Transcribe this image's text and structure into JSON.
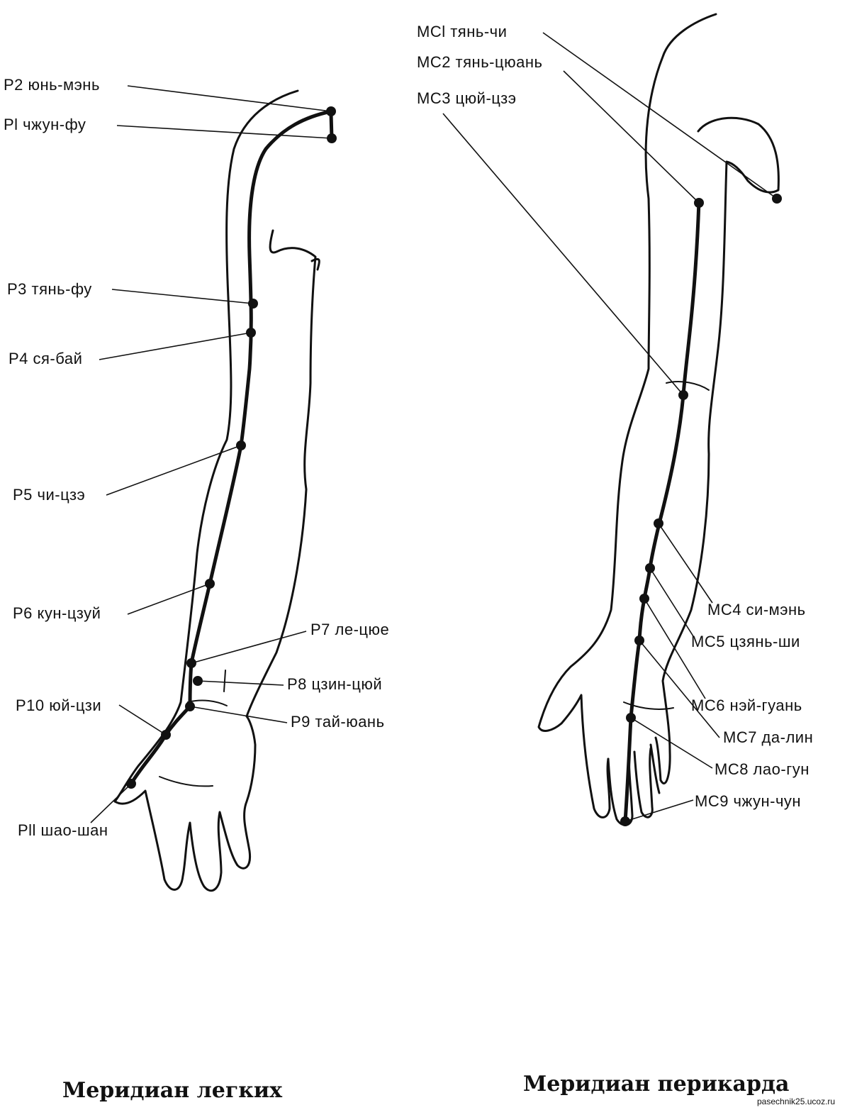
{
  "lung": {
    "caption": "Меридиан легких",
    "points": [
      {
        "label": "P2 юнь-мэнь"
      },
      {
        "label": "Pl чжун-фу"
      },
      {
        "label": "P3 тянь-фу"
      },
      {
        "label": "P4 ся-бай"
      },
      {
        "label": "P5 чи-цзэ"
      },
      {
        "label": "P6 кун-цзуй"
      },
      {
        "label": "P7 ле-цюе"
      },
      {
        "label": "P8 цзин-цюй"
      },
      {
        "label": "P10 юй-цзи"
      },
      {
        "label": "P9 тай-юань"
      },
      {
        "label": "Pll шао-шан"
      }
    ]
  },
  "pericardium": {
    "caption": "Меридиан перикарда",
    "points": [
      {
        "label": "MCl тянь-чи"
      },
      {
        "label": "МС2 тянь-цюань"
      },
      {
        "label": "МС3 цюй-цзэ"
      },
      {
        "label": "МС4 си-мэнь"
      },
      {
        "label": "МС5 цзянь-ши"
      },
      {
        "label": "МС6 нэй-гуань"
      },
      {
        "label": "МС7 да-лин"
      },
      {
        "label": "МС8 лао-гун"
      },
      {
        "label": "МС9 чжун-чун"
      }
    ]
  },
  "watermark": "pasechnik25.ucoz.ru"
}
